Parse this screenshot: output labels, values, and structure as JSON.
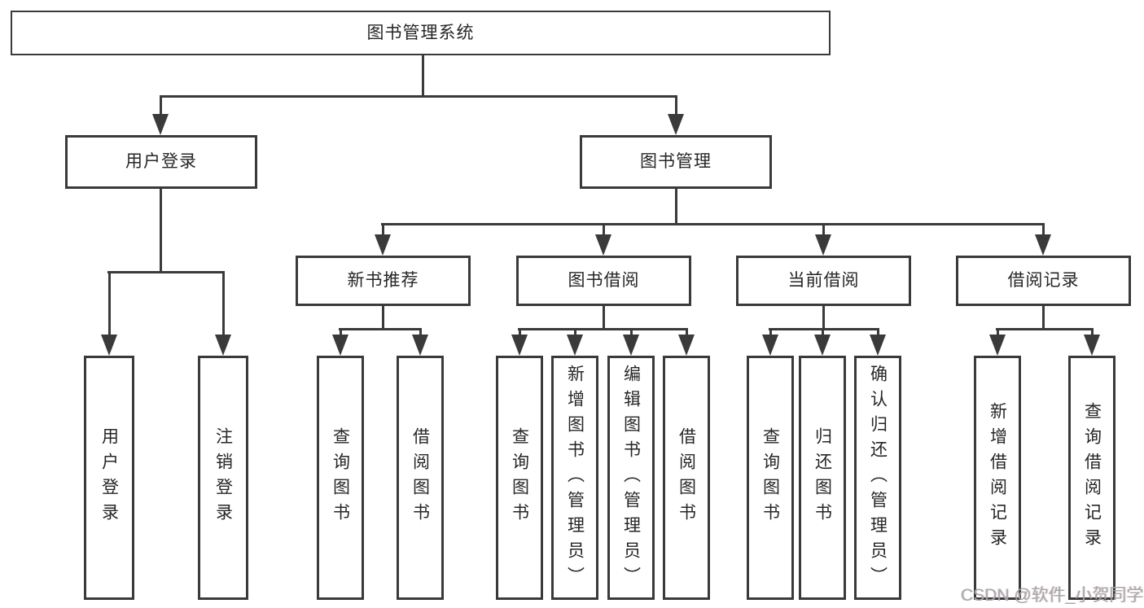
{
  "diagram_title": "图书管理系统",
  "colors": {
    "line": "#3a3a3a",
    "text": "#262626",
    "background": "#ffffff",
    "watermark": "#a8a8a8"
  },
  "nodes": {
    "root": "图书管理系统",
    "level2": [
      "用户登录",
      "图书管理"
    ],
    "level3": [
      "新书推荐",
      "图书借阅",
      "当前借阅",
      "借阅记录"
    ],
    "user_login_children": [
      "用户登录",
      "注销登录"
    ],
    "new_book_children": [
      "查询图书",
      "借阅图书"
    ],
    "book_borrow_children": [
      "查询图书",
      "新增图书（管理员）",
      "编辑图书（管理员）",
      "借阅图书"
    ],
    "current_borrow_children": [
      "查询图书",
      "归还图书",
      "确认归还（管理员）"
    ],
    "borrow_record_children": [
      "新增借阅记录",
      "查询借阅记录"
    ]
  },
  "watermark": "CSDN @软件_小贺同学"
}
